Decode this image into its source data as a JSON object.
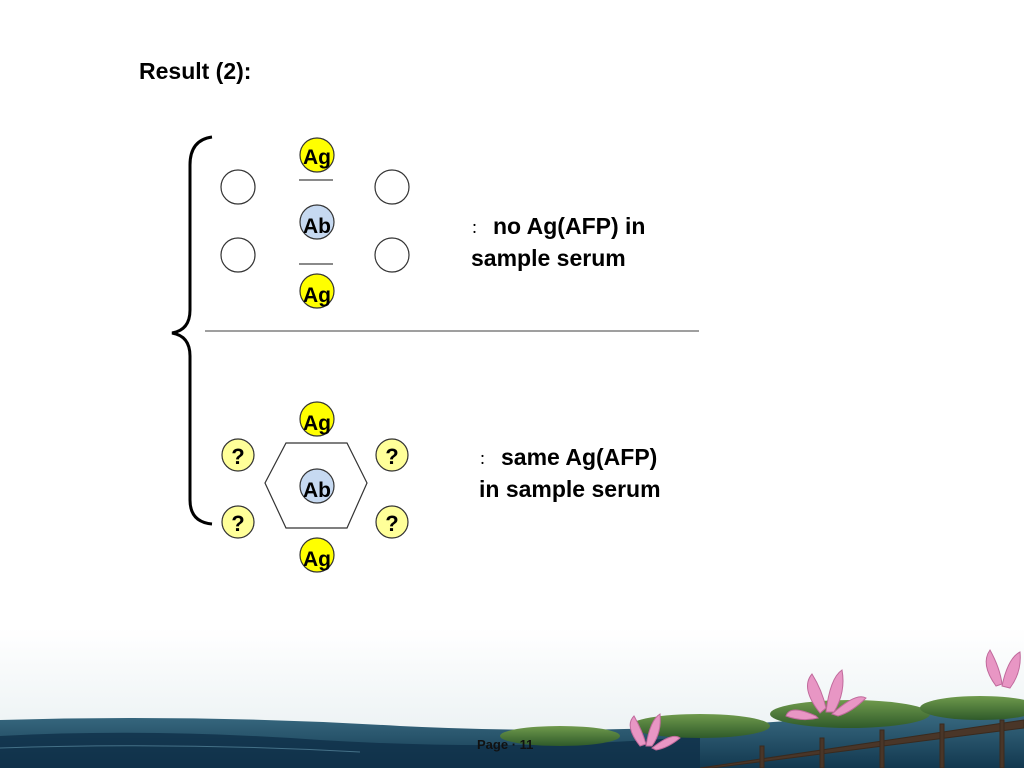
{
  "slide": {
    "title": "Result (2):",
    "page_label": "Page",
    "page_sep": "·",
    "page_number": "11"
  },
  "diagram": {
    "antigen_label": "Ag",
    "antibody_label": "Ab",
    "unknown_label": "?",
    "colors": {
      "antigen_fill": "#ffff00",
      "antibody_fill": "#c6d9f1",
      "unknown_fill": "#ffff99",
      "empty_fill": "#ffffff",
      "stroke": "#333333"
    },
    "case1": {
      "caption_mark": "：",
      "caption_lines": [
        "no Ag(AFP) in",
        "sample serum"
      ]
    },
    "case2": {
      "caption_mark": "：",
      "caption_lines": [
        "same Ag(AFP)",
        "in sample serum"
      ]
    }
  }
}
